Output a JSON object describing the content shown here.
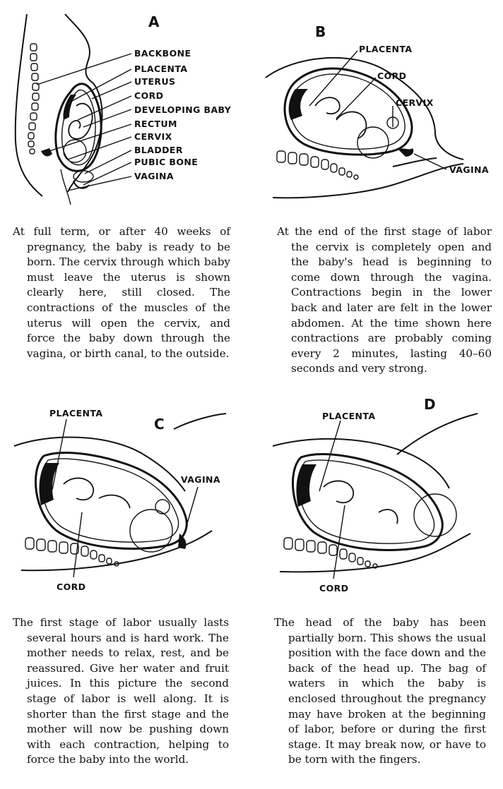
{
  "panels": [
    {
      "letter": "A",
      "labels": [
        "BACKBONE",
        "PLACENTA",
        "UTERUS",
        "CORD",
        "DEVELOPING BABY",
        "RECTUM",
        "CERVIX",
        "BLADDER",
        "PUBIC BONE",
        "VAGINA"
      ],
      "caption": "At full term, or after 40 weeks of pregnancy, the baby is ready to be born. The cervix through which baby must leave the uterus is shown clearly here, still closed. The contractions of the muscles of the uterus will open the cervix, and force the baby down through the vagina, or birth canal, to the outside."
    },
    {
      "letter": "B",
      "labels": [
        "PLACENTA",
        "CORD",
        "CERVIX",
        "VAGINA"
      ],
      "caption": "At the end of the first stage of labor the cervix is completely open and the baby's head is beginning to come down through the vagina. Contractions begin in the lower back and later are felt in the lower abdomen. At the time shown here contractions are probably coming every 2 minutes, lasting 40–60 seconds and very strong."
    },
    {
      "letter": "C",
      "labels": [
        "PLACENTA",
        "VAGINA",
        "CORD"
      ],
      "caption": "The first stage of labor usually lasts several hours and is hard work. The mother needs to relax, rest, and be reassured. Give her water and fruit juices. In this picture the second stage of labor is well along. It is shorter than the first stage and the mother will now be pushing down with each contraction, helping to force the baby into the world."
    },
    {
      "letter": "D",
      "labels": [
        "PLACENTA",
        "CORD"
      ],
      "caption": "The head of the baby has been partially born. This shows the usual position with the face down and the back of the head up. The bag of waters in which the baby is enclosed throughout the pregnancy may have broken at the beginning of labor, before or during the first stage. It may break now, or have to be torn with the fingers."
    }
  ]
}
